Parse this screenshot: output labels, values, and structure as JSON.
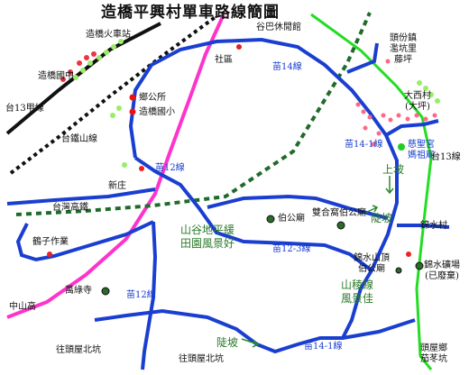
{
  "title": "造橋平興村單車路線簡圖",
  "colors": {
    "route": "#1a3fd0",
    "highway": "#ff33cc",
    "provincial_13": "#22dd22",
    "high_speed_rail": "#1f6b2a",
    "railway": "#111111",
    "arrow": "#2a8a2a"
  },
  "places": {
    "zaoqiao_station": "造橋火車站",
    "zaoqiao_junior_high": "造橋國中",
    "township_office": "鄉公所",
    "zaoqiao_elementary": "造橋國小",
    "community": "社區",
    "gubaxiu_hall": "谷巴休閒館",
    "toufen_lines": [
      "頭份鎮",
      "濫坑里",
      "藤坪"
    ],
    "daxi_lines": [
      "大西村",
      "(大坪)"
    ],
    "cisheng_lines": [
      "慈聖宮",
      "媽祖廟"
    ],
    "xinzhuang": "新庄",
    "bo_temple": "伯公廟",
    "shuangheju_temple": "雙合窩伯公廟",
    "tsuruko_workshop": "鶴子作業",
    "jinshui_village": "錦水村",
    "jinshui_shanding_lines": [
      "錦水山頂",
      "伯公廟"
    ],
    "jinshui_mine_lines": [
      "錦水礦場",
      "(已廢棄)"
    ],
    "wanlu_temple": "萬綠寺",
    "to_toupinwu_bei_1": "往頭屋北坑",
    "to_toupinwu_bei_2": "往頭屋北坑",
    "touwu_lines": [
      "頭屋鄉",
      "茄苳坑"
    ],
    "zhongshan_highway": "中山高",
    "taiwan_hsr": "台灣高鐵",
    "taichung_mountain_line": "台鐵山線",
    "provincial_13a": "台13甲線",
    "provincial_13": "台13線"
  },
  "routes": {
    "miao14_top": "苗14線",
    "miao14_1": "苗14-1線",
    "miao12_upper": "苗12線",
    "miao12_lower": "苗12線",
    "miao12_3": "苗12-3線",
    "miao14_1_bottom": "苗14-1線"
  },
  "annotations": {
    "uphill_1": "上坡",
    "uphill_2": "陡坡",
    "uphill_3": "陡坡",
    "valley_lines": [
      "山谷地平緩",
      "田園風景好"
    ],
    "ridge_lines": [
      "山稜線",
      "風景佳"
    ]
  }
}
